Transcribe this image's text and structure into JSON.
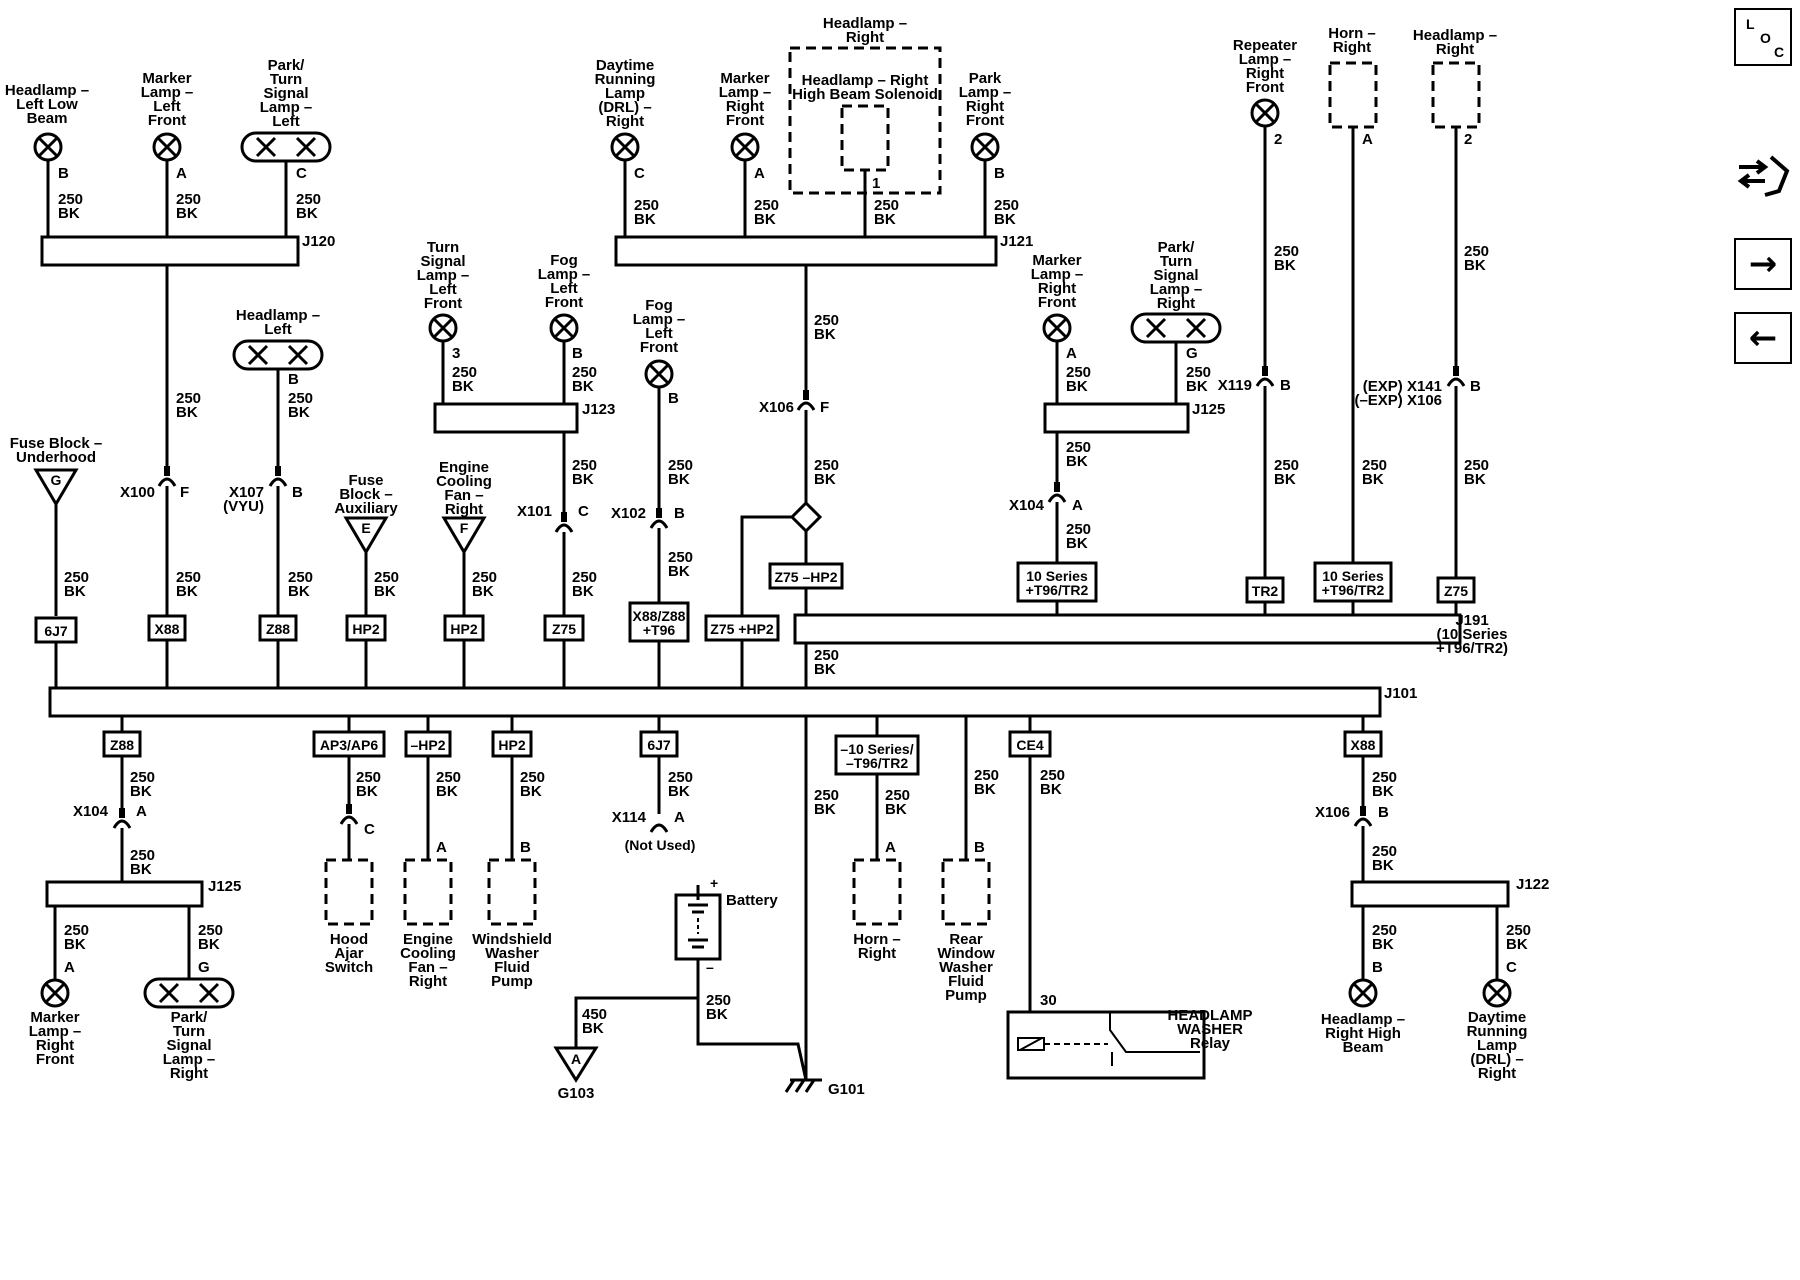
{
  "nav": {
    "loc_letters": [
      "L",
      "O",
      "C"
    ],
    "forward_arrow": "→",
    "back_arrow": "←"
  },
  "wire": {
    "gauge": "250",
    "color": "BK",
    "battery_gauge": "450"
  },
  "headlamp_right_group": "Headlamp – Right",
  "components": [
    {
      "id": "hl-left-low",
      "name": "Headlamp – Left Low Beam",
      "pin": "B"
    },
    {
      "id": "marker-left-front",
      "name": "Marker Lamp – Left Front",
      "pin": "A"
    },
    {
      "id": "park-turn-left",
      "name": "Park/ Turn Signal Lamp – Left",
      "pin": "C"
    },
    {
      "id": "drl-right",
      "name": "Daytime Running Lamp (DRL) – Right",
      "pin": "C"
    },
    {
      "id": "marker-right-front-top",
      "name": "Marker Lamp – Right Front",
      "pin": "A"
    },
    {
      "id": "hl-right-high-solenoid",
      "name": "Headlamp – Right High Beam Solenoid",
      "pin": "1"
    },
    {
      "id": "park-right-front",
      "name": "Park Lamp – Right Front",
      "pin": "B"
    },
    {
      "id": "repeater-right-front",
      "name": "Repeater Lamp – Right Front",
      "pin": "2"
    },
    {
      "id": "horn-right-top",
      "name": "Horn – Right",
      "pin": "A"
    },
    {
      "id": "headlamp-right-top",
      "name": "Headlamp – Right",
      "pin": "2"
    },
    {
      "id": "headlamp-left",
      "name": "Headlamp – Left",
      "pin": "B"
    },
    {
      "id": "turn-left-front",
      "name": "Turn Signal Lamp – Left Front",
      "pin": "3"
    },
    {
      "id": "fog-left-front-1",
      "name": "Fog Lamp – Left Front",
      "pin": "B"
    },
    {
      "id": "fog-left-front-2",
      "name": "Fog Lamp – Left Front",
      "pin": "B"
    },
    {
      "id": "marker-right-front-mid",
      "name": "Marker Lamp – Right Front",
      "pin": "A"
    },
    {
      "id": "park-turn-right-mid",
      "name": "Park/ Turn Signal Lamp – Right",
      "pin": "G"
    },
    {
      "id": "fuse-underhood",
      "name": "Fuse Block – Underhood",
      "pin": "G"
    },
    {
      "id": "fuse-auxiliary",
      "name": "Fuse Block – Auxiliary",
      "pin": "E"
    },
    {
      "id": "fan-right-top",
      "name": "Engine Cooling Fan – Right",
      "pin": "F"
    },
    {
      "id": "marker-right-front-bot",
      "name": "Marker Lamp – Right Front",
      "pin": "A"
    },
    {
      "id": "park-turn-right-bot",
      "name": "Park/ Turn Signal Lamp – Right",
      "pin": "G"
    },
    {
      "id": "hood-ajar",
      "name": "Hood Ajar Switch",
      "pin": "C"
    },
    {
      "id": "fan-right-bot",
      "name": "Engine Cooling Fan – Right",
      "pin": "A"
    },
    {
      "id": "washer-pump",
      "name": "Windshield Washer Fluid Pump",
      "pin": "B"
    },
    {
      "id": "horn-right-bot",
      "name": "Horn – Right",
      "pin": "A"
    },
    {
      "id": "rear-washer",
      "name": "Rear Window Washer Fluid Pump",
      "pin": "B"
    },
    {
      "id": "relay",
      "name": "HEADLAMP WASHER Relay",
      "pin": "30"
    },
    {
      "id": "hl-right-high",
      "name": "Headlamp – Right High Beam",
      "pin": "B"
    },
    {
      "id": "drl-right-bot",
      "name": "Daytime Running Lamp (DRL) – Right",
      "pin": "C"
    },
    {
      "id": "battery",
      "name": "Battery",
      "pin": "+"
    }
  ],
  "splices": [
    "J120",
    "J121",
    "J123",
    "J125",
    "J191 (10 Series +T96/TR2)",
    "J101",
    "J125",
    "J122"
  ],
  "connectors": [
    {
      "name": "X100",
      "pin": "F"
    },
    {
      "name": "X107 (VYU)",
      "pin": "B"
    },
    {
      "name": "X101",
      "pin": "C"
    },
    {
      "name": "X102",
      "pin": "B"
    },
    {
      "name": "X106",
      "pin": "F"
    },
    {
      "name": "X104",
      "pin": "A"
    },
    {
      "name": "X119",
      "pin": "B"
    },
    {
      "name": "(EXP) X141 (–EXP) X106",
      "pin": "B"
    },
    {
      "name": "X104",
      "pin": "A"
    },
    {
      "name": "X114",
      "pin": "A"
    },
    {
      "name": "X106",
      "pin": "B"
    }
  ],
  "option_codes": [
    "6J7",
    "X88",
    "Z88",
    "HP2",
    "HP2",
    "Z75",
    "X88/Z88 +T96",
    "Z75 +HP2",
    "Z75 –HP2",
    "10 Series +T96/TR2",
    "TR2",
    "10 Series +T96/TR2",
    "Z75",
    "Z88",
    "AP3/AP6",
    "–HP2",
    "HP2",
    "6J7",
    "–10 Series/ –T96/TR2",
    "CE4",
    "X88"
  ],
  "notes": {
    "not_used": "(Not Used)"
  },
  "grounds": [
    "G103",
    "G101"
  ],
  "ground_pin": "A",
  "battery_minus": "–"
}
